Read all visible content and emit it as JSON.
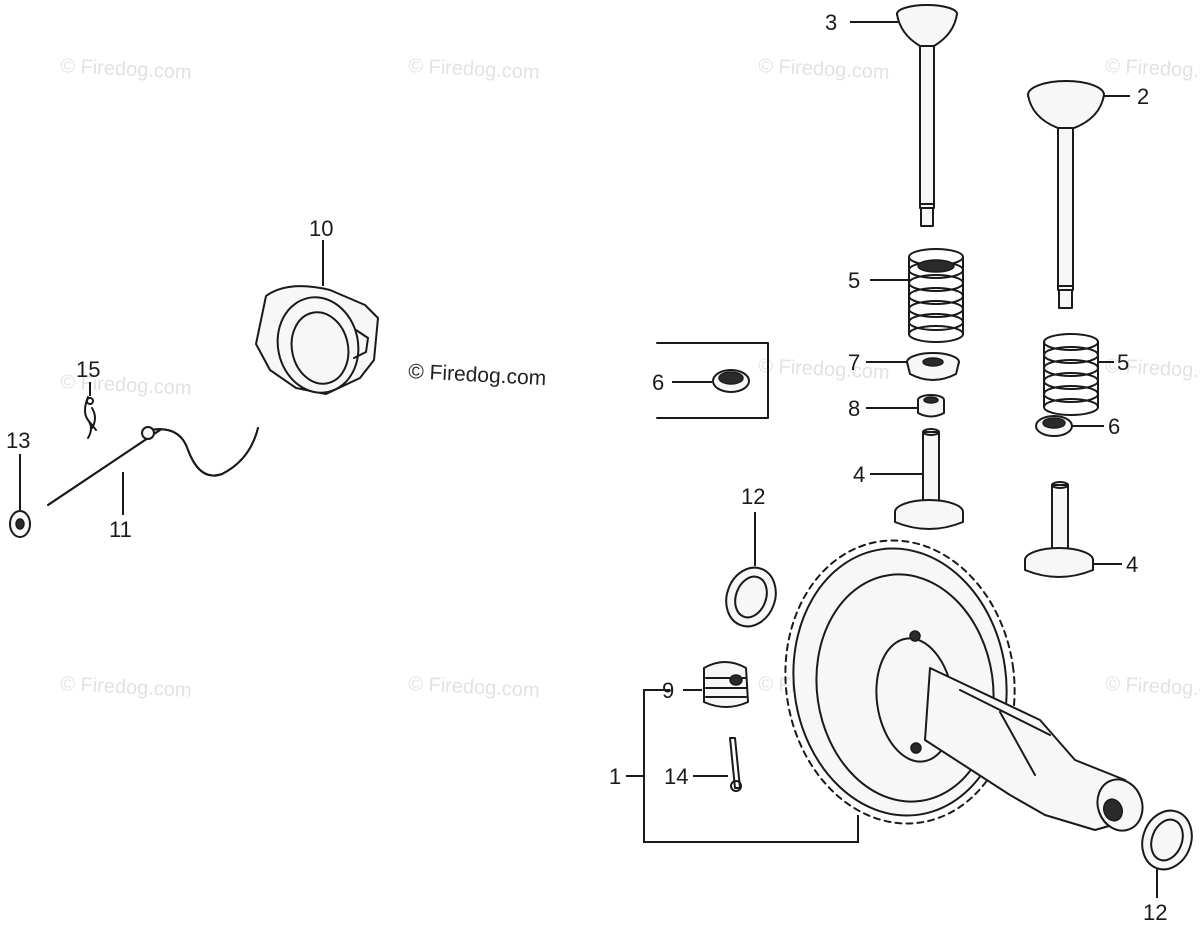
{
  "watermark": {
    "text": "© Firedog.com"
  },
  "center_watermark": {
    "text": "© Firedog.com"
  },
  "callouts": [
    {
      "id": "c3",
      "text": "3"
    },
    {
      "id": "c2",
      "text": "2"
    },
    {
      "id": "c10",
      "text": "10"
    },
    {
      "id": "c5a",
      "text": "5"
    },
    {
      "id": "c5b",
      "text": "5"
    },
    {
      "id": "c15",
      "text": "15"
    },
    {
      "id": "c6a",
      "text": "6"
    },
    {
      "id": "c7",
      "text": "7"
    },
    {
      "id": "c8",
      "text": "8"
    },
    {
      "id": "c6b",
      "text": "6"
    },
    {
      "id": "c13",
      "text": "13"
    },
    {
      "id": "c11",
      "text": "11"
    },
    {
      "id": "c4a",
      "text": "4"
    },
    {
      "id": "c12a",
      "text": "12"
    },
    {
      "id": "c4b",
      "text": "4"
    },
    {
      "id": "c9",
      "text": "9"
    },
    {
      "id": "c1",
      "text": "1"
    },
    {
      "id": "c14",
      "text": "14"
    },
    {
      "id": "c12b",
      "text": "12"
    }
  ]
}
